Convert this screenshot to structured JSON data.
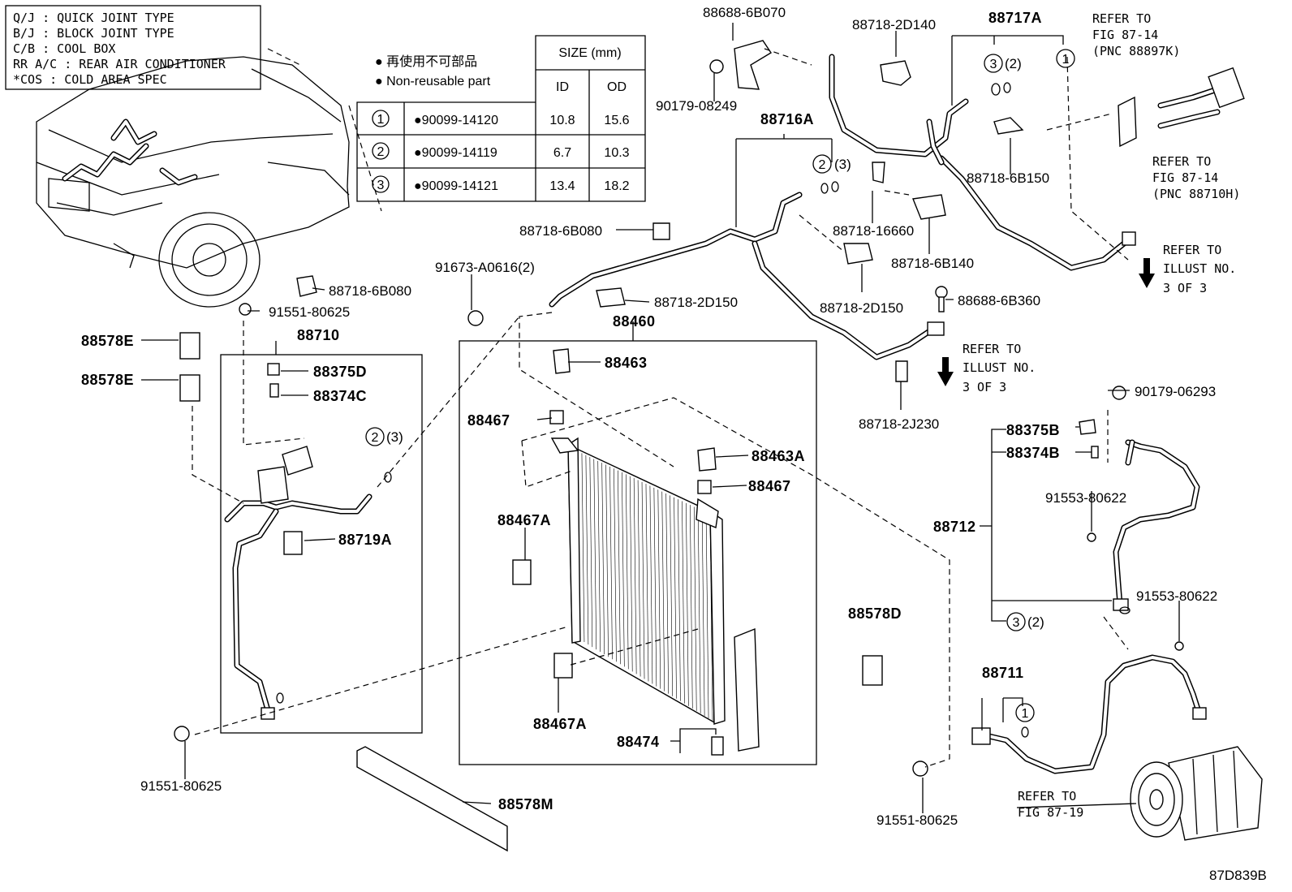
{
  "legend": {
    "lines": [
      "Q/J : QUICK JOINT TYPE",
      "B/J : BLOCK JOINT TYPE",
      "C/B : COOL BOX",
      "RR A/C : REAR AIR CONDITIONER",
      "*COS : COLD AREA SPEC"
    ]
  },
  "size_table": {
    "note_jp": "● 再使用不可部品",
    "note_en": "● Non-reusable part",
    "header_size": "SIZE (mm)",
    "header_id": "ID",
    "header_od": "OD",
    "rows": [
      {
        "num": "1",
        "part": "●90099-14120",
        "id": "10.8",
        "od": "15.6"
      },
      {
        "num": "2",
        "part": "●90099-14119",
        "id": "6.7",
        "od": "10.3"
      },
      {
        "num": "3",
        "part": "●90099-14121",
        "id": "13.4",
        "od": "18.2"
      }
    ]
  },
  "parts": {
    "p88688_6B070": "88688-6B070",
    "p90179_08249": "90179-08249",
    "p88718_2D140": "88718-2D140",
    "p88717A": "88717A",
    "p88716A": "88716A",
    "p88718_6B150": "88718-6B150",
    "p88718_16660": "88718-16660",
    "p88718_6B080_a": "88718-6B080",
    "p88718_6B140": "88718-6B140",
    "p91673": "91673-A0616(2)",
    "p88718_6B080_b": "88718-6B080",
    "p91551_80625_a": "91551-80625",
    "p88718_2D150_a": "88718-2D150",
    "p88718_2D150_b": "88718-2D150",
    "p88688_6B360": "88688-6B360",
    "p88460": "88460",
    "p88578E_a": "88578E",
    "p88578E_b": "88578E",
    "p88710": "88710",
    "p88375D": "88375D",
    "p88374C": "88374C",
    "p88463": "88463",
    "p88718_2J230": "88718-2J230",
    "p90179_06293": "90179-06293",
    "p88467_a": "88467",
    "p88463A": "88463A",
    "p88467_b": "88467",
    "p88375B": "88375B",
    "p88374B": "88374B",
    "p91553_80622_a": "91553-80622",
    "p88467A_a": "88467A",
    "p88719A": "88719A",
    "p88712": "88712",
    "p91553_80622_b": "91553-80622",
    "p88578D": "88578D",
    "p88711": "88711",
    "p88467A_b": "88467A",
    "p88474": "88474",
    "p91551_80625_b": "91551-80625",
    "p88578M": "88578M",
    "p91551_80625_c": "91551-80625"
  },
  "callouts": {
    "c3_2_top": "(2)",
    "c3_2_top_num": "3",
    "c1_top": "1",
    "c2_3_mid": "(3)",
    "c2_3_mid_num": "2",
    "c2_3_left": "(3)",
    "c2_3_left_num": "2",
    "c3_2_right": "(2)",
    "c3_2_right_num": "3",
    "c1_bottom": "1"
  },
  "refs": {
    "ref1": [
      "REFER TO",
      "FIG 87-14",
      "(PNC 88897K)"
    ],
    "ref2": [
      "REFER TO",
      "FIG 87-14",
      "(PNC 88710H)"
    ],
    "ref3": [
      "REFER TO",
      "ILLUST NO.",
      "3 OF 3"
    ],
    "ref4": [
      "REFER TO",
      "ILLUST NO.",
      "3 OF 3"
    ],
    "ref5": [
      "REFER TO",
      "FIG 87-19"
    ]
  },
  "figure_id": "87D839B"
}
